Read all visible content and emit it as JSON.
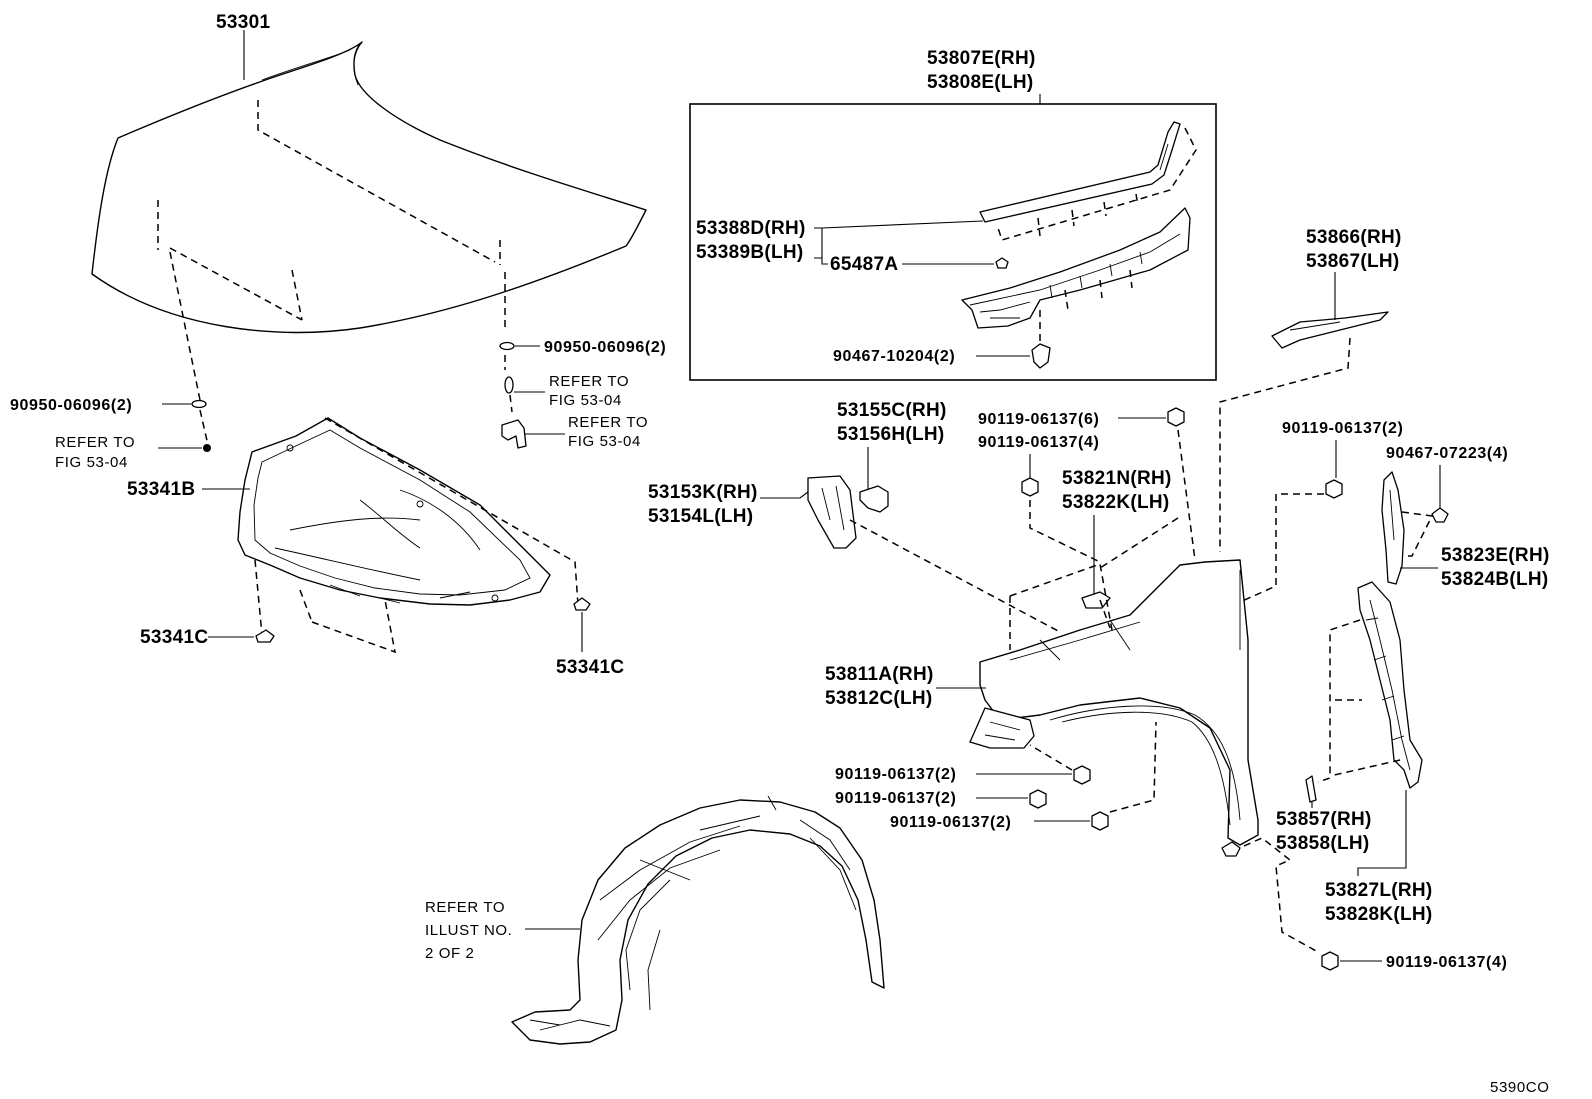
{
  "diagram_code": "5390CO",
  "callouts": {
    "hood": "53301",
    "hood_clip_right": "90950-06096(2)",
    "hood_clip_left": "90950-06096(2)",
    "refer_a_1": "REFER TO",
    "refer_a_2": "FIG 53-04",
    "refer_b_1": "REFER TO",
    "refer_b_2": "FIG 53-04",
    "refer_c_1": "REFER TO",
    "refer_c_2": "FIG 53-04",
    "insulator": "53341B",
    "insulator_clip_left": "53341C",
    "insulator_clip_right": "53341C",
    "seal_top_1": "53807E(RH)",
    "seal_top_2": "53808E(LH)",
    "seal_side_1": "53388D(RH)",
    "seal_side_2": "53389B(LH)",
    "seal_clip": "65487A",
    "seal_screw": "90467-10204(2)",
    "liner_a_1": "53866(RH)",
    "liner_a_2": "53867(LH)",
    "bracket_1": "53155C(RH)",
    "bracket_2": "53156H(LH)",
    "bolt_6": "90119-06137(6)",
    "bolt_4_top": "90119-06137(4)",
    "bracket_b_1": "53821N(RH)",
    "bracket_b_2": "53822K(LH)",
    "support_1": "53153K(RH)",
    "support_2": "53154L(LH)",
    "bolt_2_right": "90119-06137(2)",
    "clip_4": "90467-07223(4)",
    "seal_rear_1": "53823E(RH)",
    "seal_rear_2": "53824B(LH)",
    "fender_1": "53811A(RH)",
    "fender_2": "53812C(LH)",
    "bolt_2_a": "90119-06137(2)",
    "bolt_2_b": "90119-06137(2)",
    "bolt_2_c": "90119-06137(2)",
    "cover_1": "53857(RH)",
    "cover_2": "53858(LH)",
    "brace_1": "53827L(RH)",
    "brace_2": "53828K(LH)",
    "bolt_4_bottom": "90119-06137(4)",
    "refer_illust_1": "REFER TO",
    "refer_illust_2": "ILLUST NO.",
    "refer_illust_3": "2 OF 2"
  }
}
